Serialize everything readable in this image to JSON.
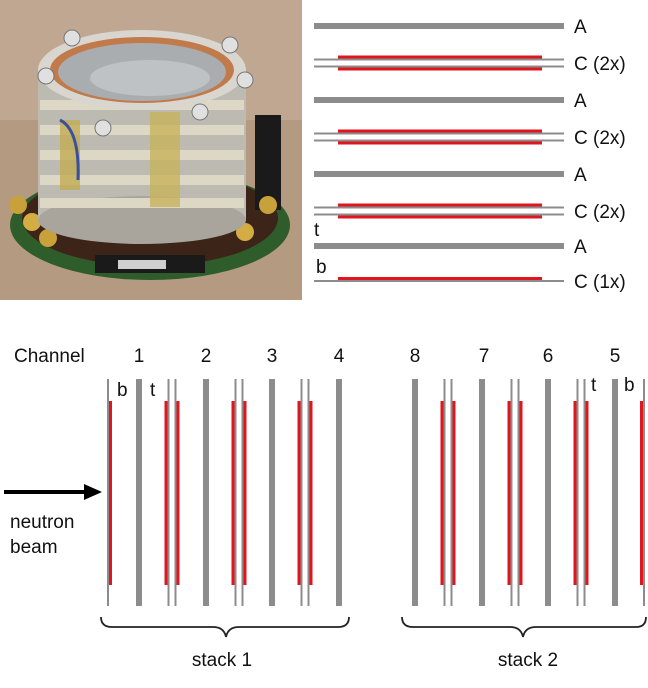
{
  "colors": {
    "electrode_gray": "#8c8c8c",
    "converter_red": "#e0161e",
    "arrow": "#000000",
    "text": "#111111"
  },
  "photo": {
    "description_icon": "detector-photo-icon"
  },
  "layer_stack": {
    "rows": [
      {
        "kind": "A",
        "label": "A"
      },
      {
        "kind": "C2",
        "label": "C (2x)"
      },
      {
        "kind": "A",
        "label": "A"
      },
      {
        "kind": "C2",
        "label": "C (2x)"
      },
      {
        "kind": "A",
        "label": "A"
      },
      {
        "kind": "C2",
        "label": "C (2x)"
      },
      {
        "kind": "A",
        "label": "A"
      },
      {
        "kind": "C1",
        "label": "C (1x)"
      }
    ],
    "side_labels": {
      "t": "t",
      "b": "b"
    }
  },
  "channels": {
    "header": "Channel",
    "stack1_numbers": [
      "1",
      "2",
      "3",
      "4"
    ],
    "stack2_numbers": [
      "8",
      "7",
      "6",
      "5"
    ],
    "stack1_labels": {
      "b": "b",
      "t": "t"
    },
    "stack2_labels": {
      "t": "t",
      "b": "b"
    }
  },
  "beam": {
    "line1": "neutron",
    "line2": "beam",
    "arrow_icon": "arrow-right-icon"
  },
  "stacks": {
    "stack1_label": "stack 1",
    "stack2_label": "stack 2"
  }
}
